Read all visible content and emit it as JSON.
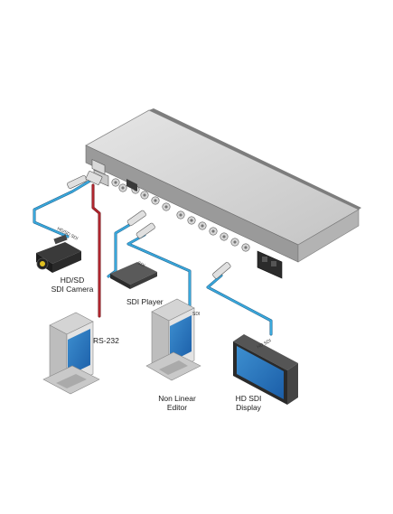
{
  "devices": {
    "camera": {
      "line1": "HD/SD",
      "line2": "SDI Camera",
      "icon": "video-camera-icon"
    },
    "player": {
      "label": "SDI Player",
      "icon": "sdi-player-icon"
    },
    "pc": {
      "label": "RS-232",
      "icon": "desktop-computer-icon"
    },
    "editor": {
      "line1": "Non Linear",
      "line2": "Editor",
      "icon": "desktop-computer-icon"
    },
    "display": {
      "line1": "HD SDI",
      "line2": "Display",
      "icon": "flat-panel-display-icon"
    },
    "router": {
      "icon": "sdi-rack-unit-icon"
    }
  },
  "cables": {
    "camera_tag": "HD/SD SDI",
    "player_tag": "SDI",
    "editor_tag": "SDI",
    "display_tag": "HD SDI"
  },
  "colors": {
    "sdi_cable": "#39a8dc",
    "rs232_cable": "#b0262e",
    "chassis": "#c9c9c9"
  }
}
